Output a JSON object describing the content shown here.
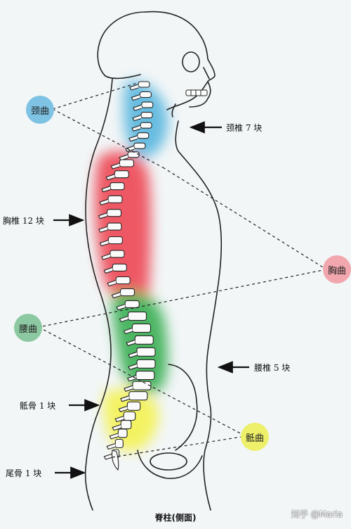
{
  "labels": {
    "cervical_vertebrae": "颈椎 7 块",
    "thoracic_vertebrae": "胸椎 12 块",
    "lumbar_vertebrae": "腰椎 5 块",
    "sacrum": "骶骨 1 块",
    "coccyx": "尾骨 1 块"
  },
  "curves": {
    "cervical": "颈曲",
    "thoracic": "胸曲",
    "lumbar": "腰曲",
    "sacral": "骶曲"
  },
  "caption": "脊柱(侧面)",
  "watermark": "知乎 @Maria",
  "colors": {
    "cervical_curve": "#7ec3e4",
    "thoracic_curve": "#f2a6ad",
    "lumbar_curve": "#8cc9a2",
    "sacral_curve": "#eef06a",
    "cervical_region": "#4fb2dd",
    "thoracic_region": "#ee3c4c",
    "lumbar_region": "#2eaa4a",
    "sacral_region": "#f4f24a"
  }
}
